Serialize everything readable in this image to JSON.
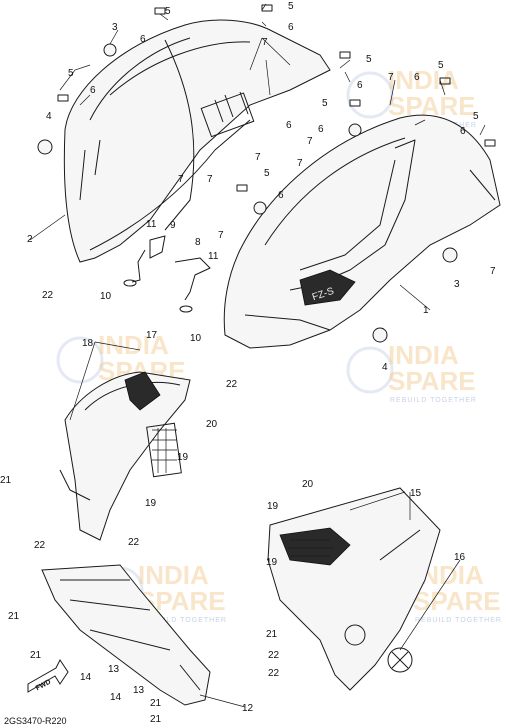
{
  "diagram": {
    "code": "2GS3470-R220",
    "fwd_label": "FWD",
    "watermark": {
      "line1": "INDIA",
      "line2": "SPARE",
      "tagline": "REBUILD TOGETHER"
    },
    "model_badge": "FZ-S",
    "callouts": [
      "1",
      "2",
      "3",
      "4",
      "5",
      "6",
      "7",
      "8",
      "9",
      "10",
      "11",
      "12",
      "13",
      "14",
      "15",
      "16",
      "17",
      "18",
      "19",
      "20",
      "21",
      "22"
    ]
  }
}
